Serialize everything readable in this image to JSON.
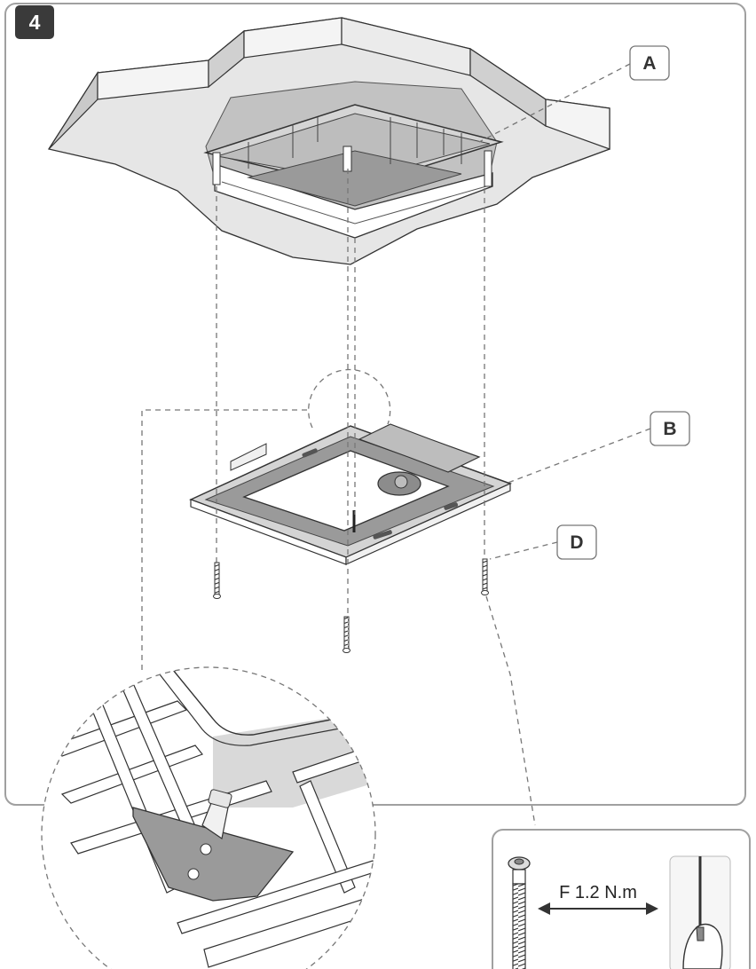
{
  "step": {
    "number": "4"
  },
  "callouts": {
    "a": "A",
    "b": "B",
    "d": "D"
  },
  "torque": {
    "label": "F 1.2 N.m"
  },
  "colors": {
    "panel_stroke": "#a0a0a0",
    "badge_fill": "#3a3a3a",
    "ceiling_fill": "#e6e6e6",
    "ceiling_shade": "#b3b3b3",
    "part_fill": "#d9d9d9",
    "plate_dark": "#8f8f8f",
    "line": "#333333",
    "dashed": "#777777"
  },
  "icons": [
    "screw-icon",
    "screwdriver-hand-icon",
    "double-arrow-icon"
  ]
}
